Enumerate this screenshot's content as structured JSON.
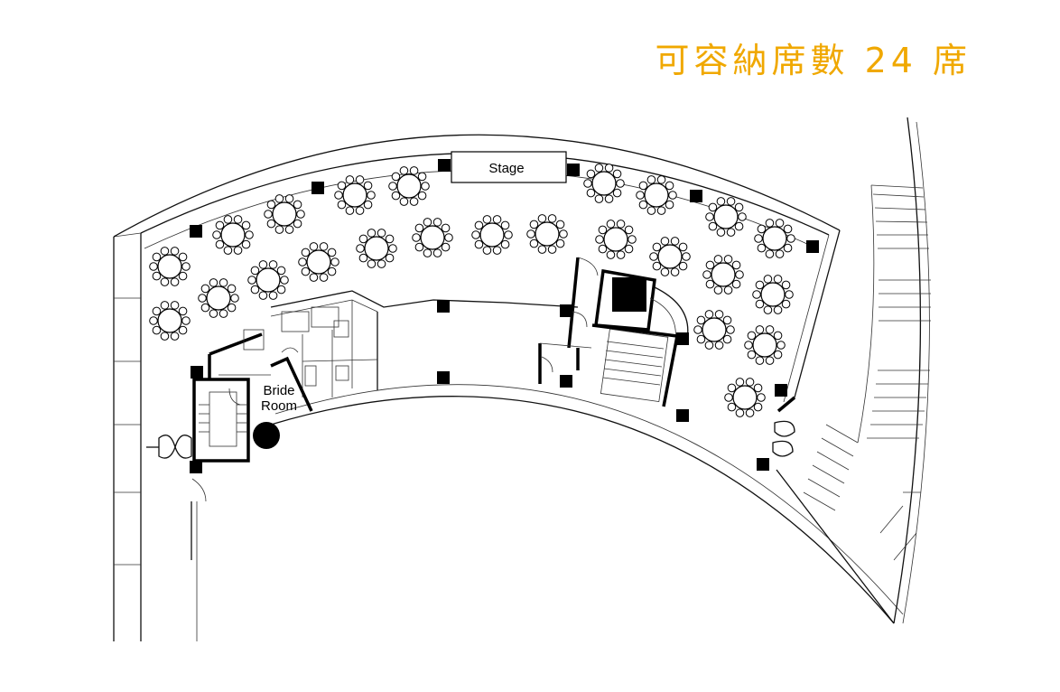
{
  "header": {
    "capacity_text": "可容納席數 24 席",
    "accent_color": "#F0A800"
  },
  "floorplan": {
    "stage_label": "Stage",
    "bride_room_label_line1": "Bride",
    "bride_room_label_line2": "Room",
    "table_icon": "round-table-with-chairs-icon",
    "pillar_icon": "square-pillar-icon"
  }
}
